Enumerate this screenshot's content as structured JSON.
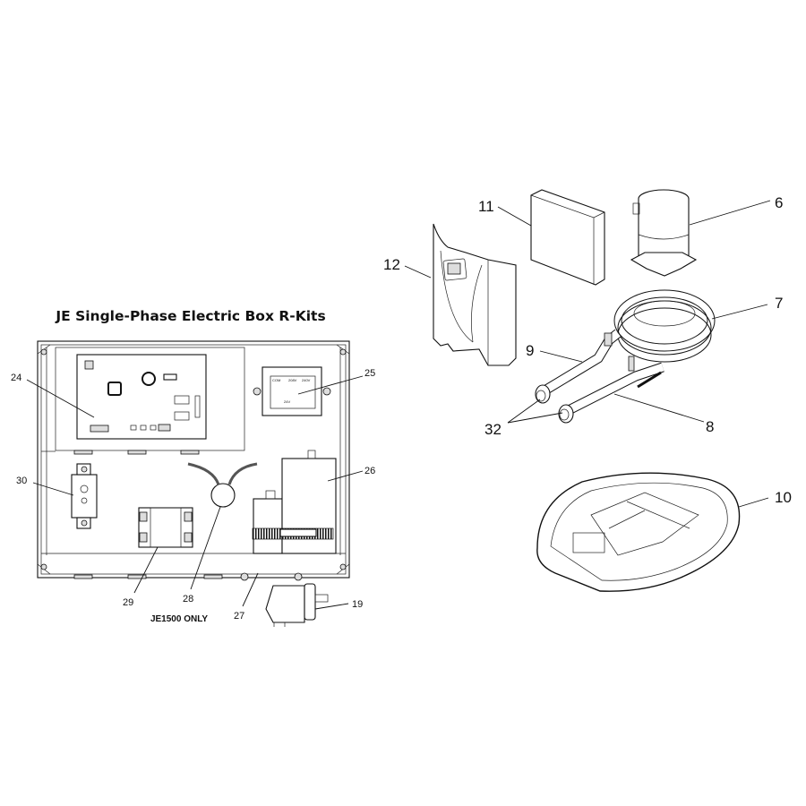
{
  "title": "JE Single-Phase Electric Box R-Kits",
  "note": "JE1500 ONLY",
  "transformer_labels": {
    "com": "COM",
    "v208": "208V",
    "v240": "240V",
    "v24": "24V"
  },
  "electric_box_callouts": {
    "c24": "24",
    "c25": "25",
    "c30": "30",
    "c26": "26",
    "c29": "29",
    "c28": "28",
    "c27": "27",
    "c19": "19"
  },
  "assembly_callouts": {
    "c11": "11",
    "c6": "6",
    "c12": "12",
    "c7": "7",
    "c9": "9",
    "c32": "32",
    "c8": "8",
    "c10": "10"
  }
}
